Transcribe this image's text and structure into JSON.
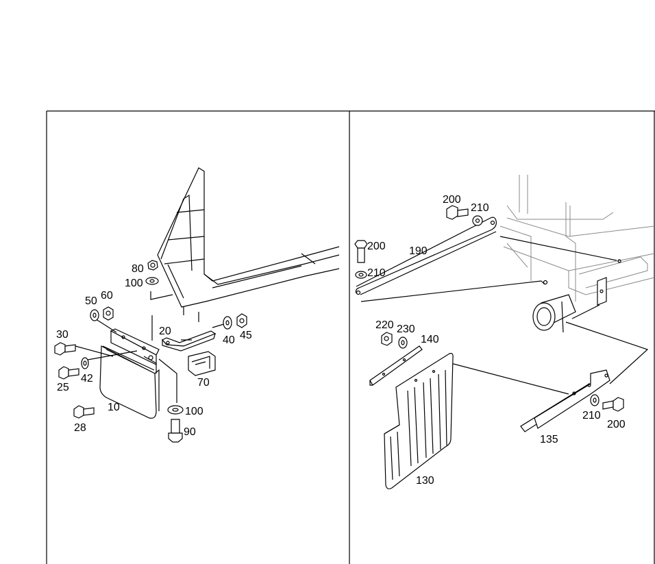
{
  "left_panel": {
    "labels": {
      "l80": "80",
      "l100a": "100",
      "l50": "50",
      "l60": "60",
      "l30": "30",
      "l20": "20",
      "l40": "40",
      "l45": "45",
      "l42": "42",
      "l25": "25",
      "l70": "70",
      "l10": "10",
      "l100b": "100",
      "l28": "28",
      "l90": "90"
    }
  },
  "right_panel": {
    "labels": {
      "r200a": "200",
      "r210a": "210",
      "r200b": "200",
      "r190": "190",
      "r210b": "210",
      "r220": "220",
      "r230": "230",
      "r140": "140",
      "r210c": "210",
      "r200c": "200",
      "r135": "135",
      "r130": "130"
    }
  }
}
